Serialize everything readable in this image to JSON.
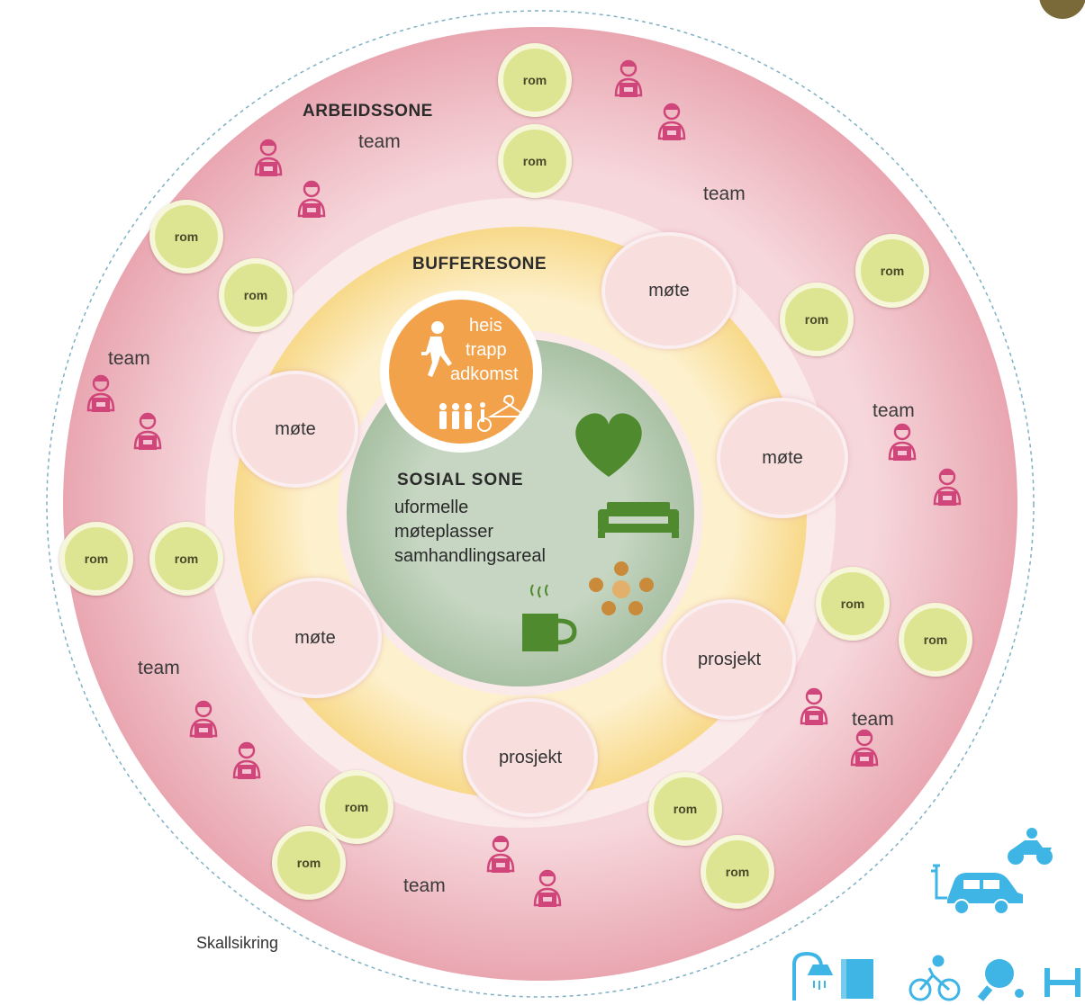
{
  "zones": {
    "arbeidssone": "ARBEIDSSONE",
    "bufferesone": "BUFFERESONE",
    "sosial_sone": "SOSIAL SONE",
    "shell": "Skallsikring"
  },
  "social": {
    "line1": "uformelle",
    "line2": "møteplasser",
    "line3": "samhandlingsareal"
  },
  "core": {
    "line1": "heis",
    "line2": "trapp",
    "line3": "adkomst"
  },
  "labels": {
    "team": "team",
    "rom": "rom",
    "mote": "møte",
    "prosjekt": "prosjekt"
  },
  "colors": {
    "work_zone": "#eebcc4",
    "buffer_zone": "#fbe3a8",
    "social_zone": "#b9ceb5",
    "core": "#f2a24a",
    "meeting": "#f8dedd",
    "room": "#dde593",
    "person": "#d0457a",
    "green_icon": "#4f8a2e",
    "mobility_icon": "#3fb5e6"
  },
  "icons": [
    "walking-person-icon",
    "people-accessibility-icon",
    "hanger-icon",
    "heart-icon",
    "sofa-icon",
    "people-circle-icon",
    "coffee-cup-icon",
    "person-laptop-icon",
    "motorcycle-icon",
    "electric-car-icon",
    "shower-icon",
    "locker-icon",
    "bicycle-icon",
    "table-tennis-icon",
    "dumbbell-icon"
  ]
}
